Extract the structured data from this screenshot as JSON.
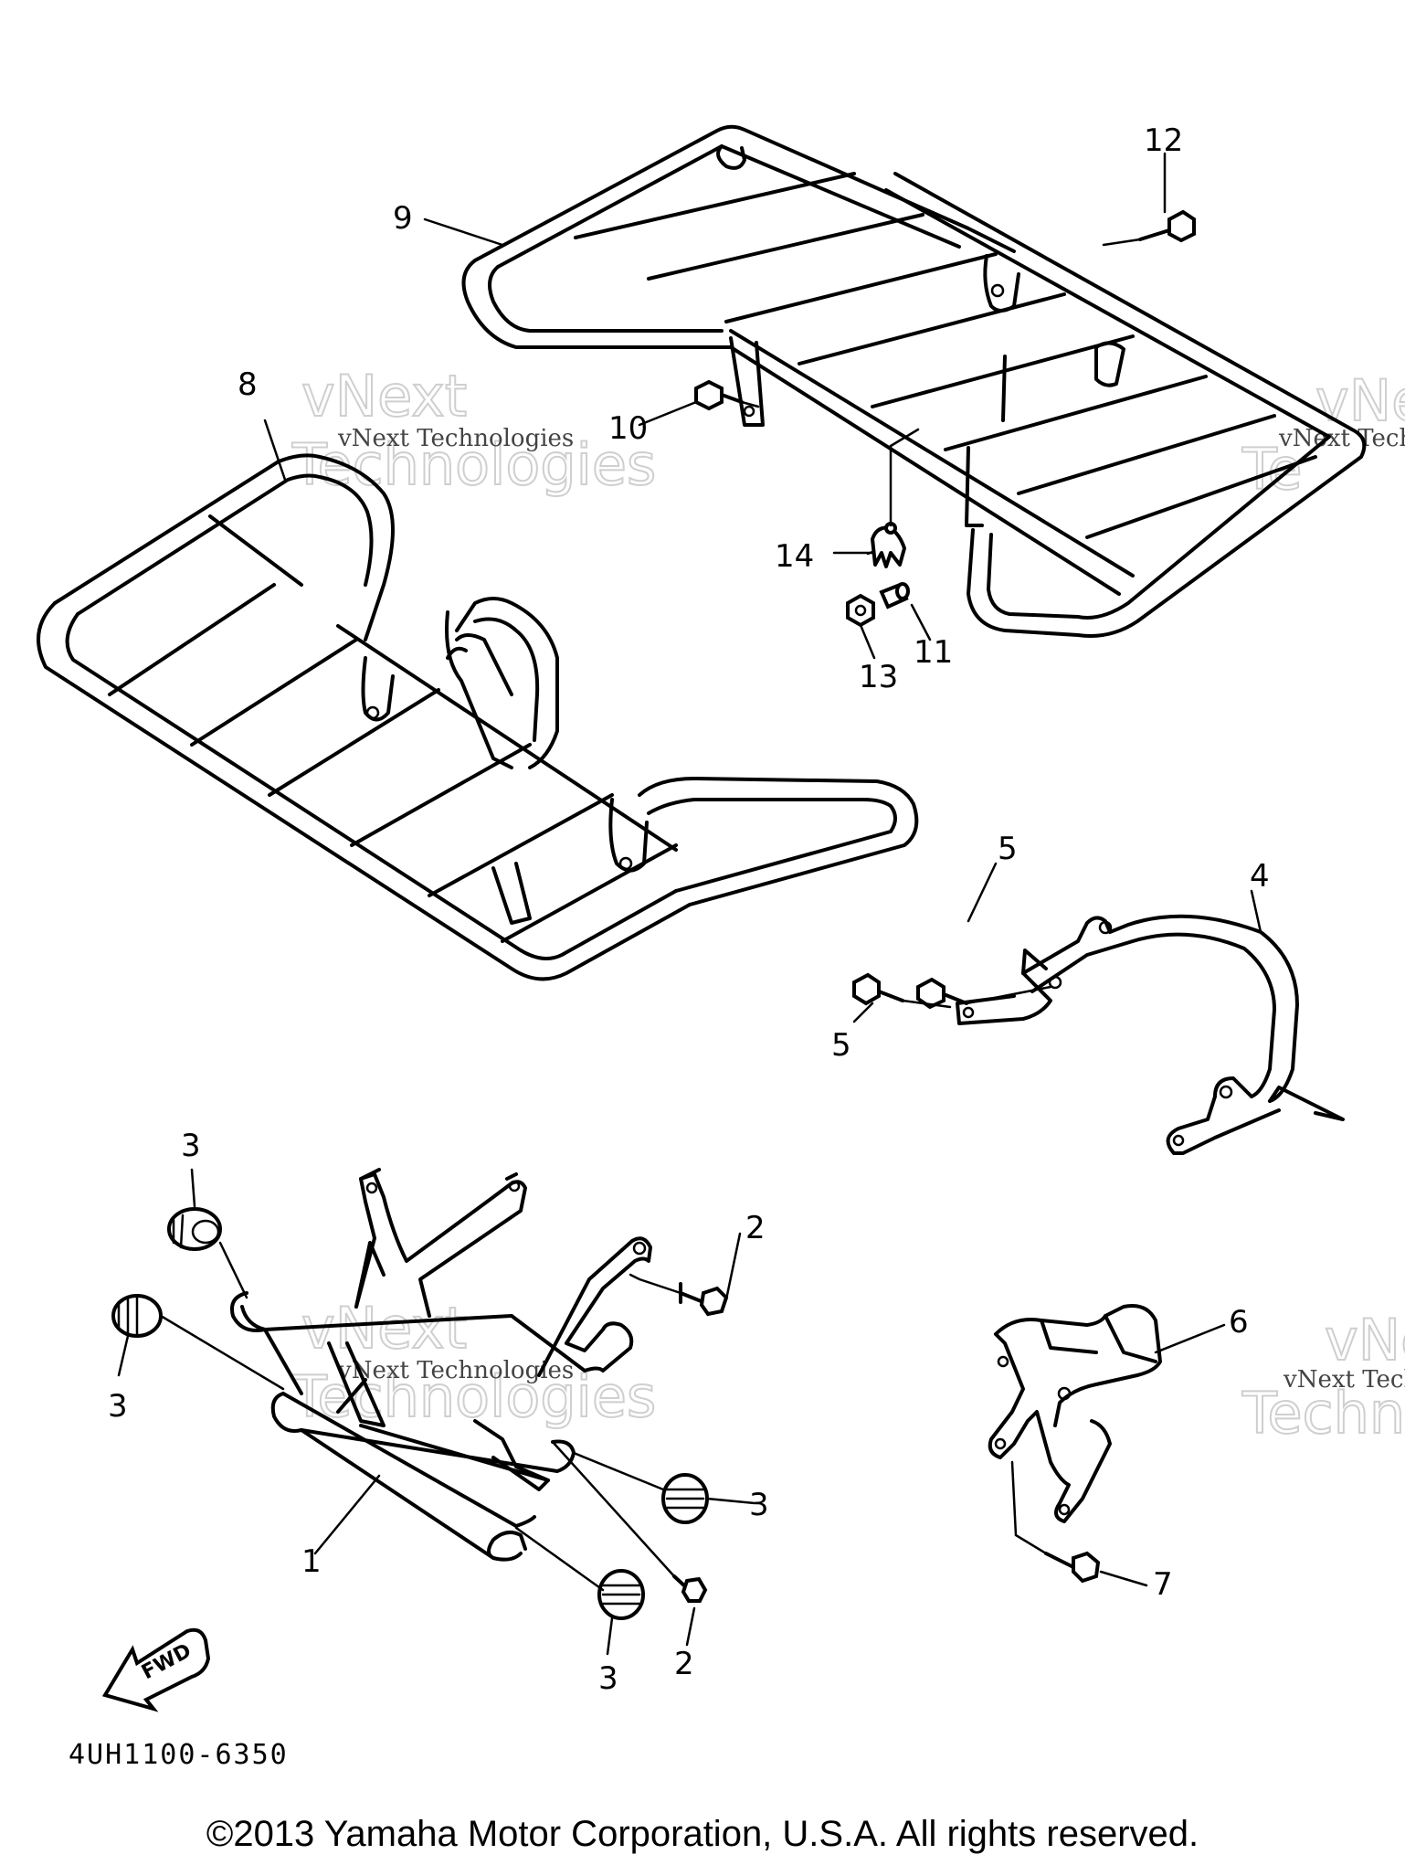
{
  "callouts": [
    {
      "id": "c1",
      "label": "1"
    },
    {
      "id": "c2a",
      "label": "2"
    },
    {
      "id": "c2b",
      "label": "2"
    },
    {
      "id": "c3a",
      "label": "3"
    },
    {
      "id": "c3b",
      "label": "3"
    },
    {
      "id": "c3c",
      "label": "3"
    },
    {
      "id": "c3d",
      "label": "3"
    },
    {
      "id": "c4",
      "label": "4"
    },
    {
      "id": "c5a",
      "label": "5"
    },
    {
      "id": "c5b",
      "label": "5"
    },
    {
      "id": "c6",
      "label": "6"
    },
    {
      "id": "c7",
      "label": "7"
    },
    {
      "id": "c8",
      "label": "8"
    },
    {
      "id": "c9",
      "label": "9"
    },
    {
      "id": "c10",
      "label": "10"
    },
    {
      "id": "c11",
      "label": "11"
    },
    {
      "id": "c12",
      "label": "12"
    },
    {
      "id": "c13",
      "label": "13"
    },
    {
      "id": "c14",
      "label": "14"
    }
  ],
  "diagram_code": "4UH1100-6350",
  "fwd_label": "FWD",
  "watermark": {
    "line1": "vNext",
    "line2": "Technologies",
    "small": "vNext Technologies",
    "cut1": "vNe",
    "cut2": "Te",
    "cut3": "Techn"
  },
  "copyright": "©2013 Yamaha Motor Corporation, U.S.A. All rights reserved."
}
